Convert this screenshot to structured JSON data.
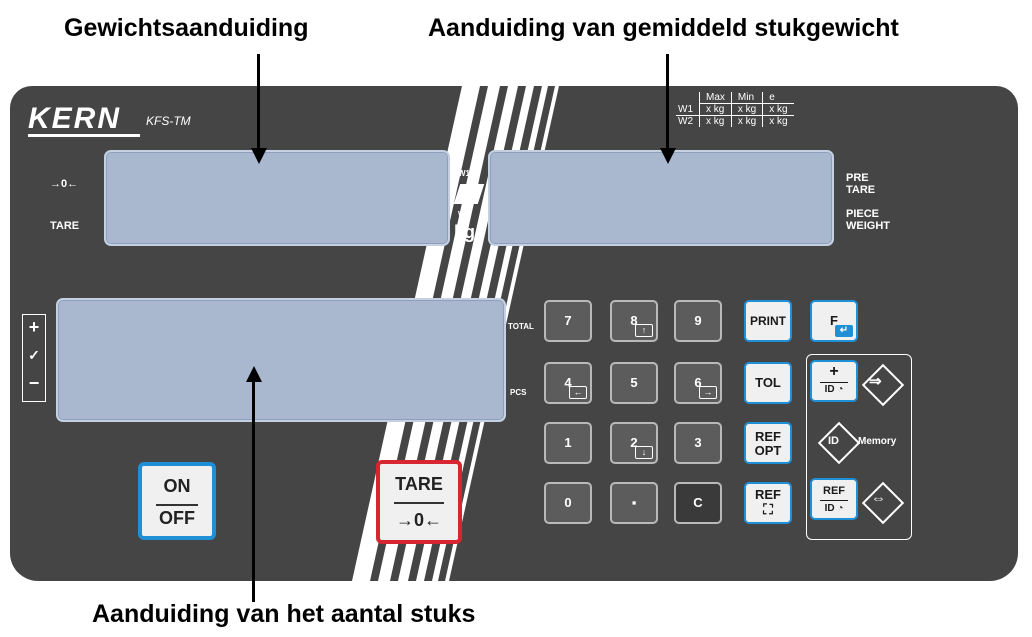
{
  "callouts": {
    "weight_display": "Gewichtsaanduiding",
    "avg_piece_weight": "Aanduiding van gemiddeld stukgewicht",
    "piece_count": "Aanduiding van het aantal stuks"
  },
  "brand": {
    "name": "KERN",
    "model": "KFS-TM"
  },
  "spec_table": {
    "headers": [
      "Max",
      "Min",
      "e"
    ],
    "rows": [
      {
        "label": "W1",
        "values": [
          "x kg",
          "x kg",
          "x kg"
        ]
      },
      {
        "label": "W2",
        "values": [
          "x kg",
          "x kg",
          "x kg"
        ]
      }
    ]
  },
  "labels": {
    "zero": "→0←",
    "tare": "TARE",
    "w1": "W1",
    "w2": "W2",
    "kg": "kg",
    "pre_tare_1": "PRE",
    "pre_tare_2": "TARE",
    "piece_weight_1": "PIECE",
    "piece_weight_2": "WEIGHT",
    "total": "TOTAL",
    "pcs": "PCS",
    "plus": "+",
    "check": "✓",
    "minus": "−",
    "memory": "Memory",
    "id": "ID"
  },
  "keys": {
    "k7": "7",
    "k8": "8",
    "k9": "9",
    "k4": "4",
    "k5": "5",
    "k6": "6",
    "k1": "1",
    "k2": "2",
    "k3": "3",
    "k0": "0",
    "kdot": "▪",
    "kc": "C",
    "print": "PRINT",
    "f": "F",
    "tol": "TOL",
    "ref_opt_1": "REF",
    "ref_opt_2": "OPT",
    "ref": "REF",
    "plus_id_top": "+",
    "plus_id_bottom": "ID ◔",
    "ref_id_top": "REF",
    "ref_id_bottom": "ID ◔"
  },
  "big_buttons": {
    "on": "ON",
    "off": "OFF",
    "tare": "TARE",
    "zero": "→0←"
  },
  "colors": {
    "panel": "#454545",
    "display": "#a9b7cf",
    "on_off_border": "#1f8fd6",
    "tare_border": "#d7262f",
    "blue_key_border": "#1f8fd6"
  }
}
